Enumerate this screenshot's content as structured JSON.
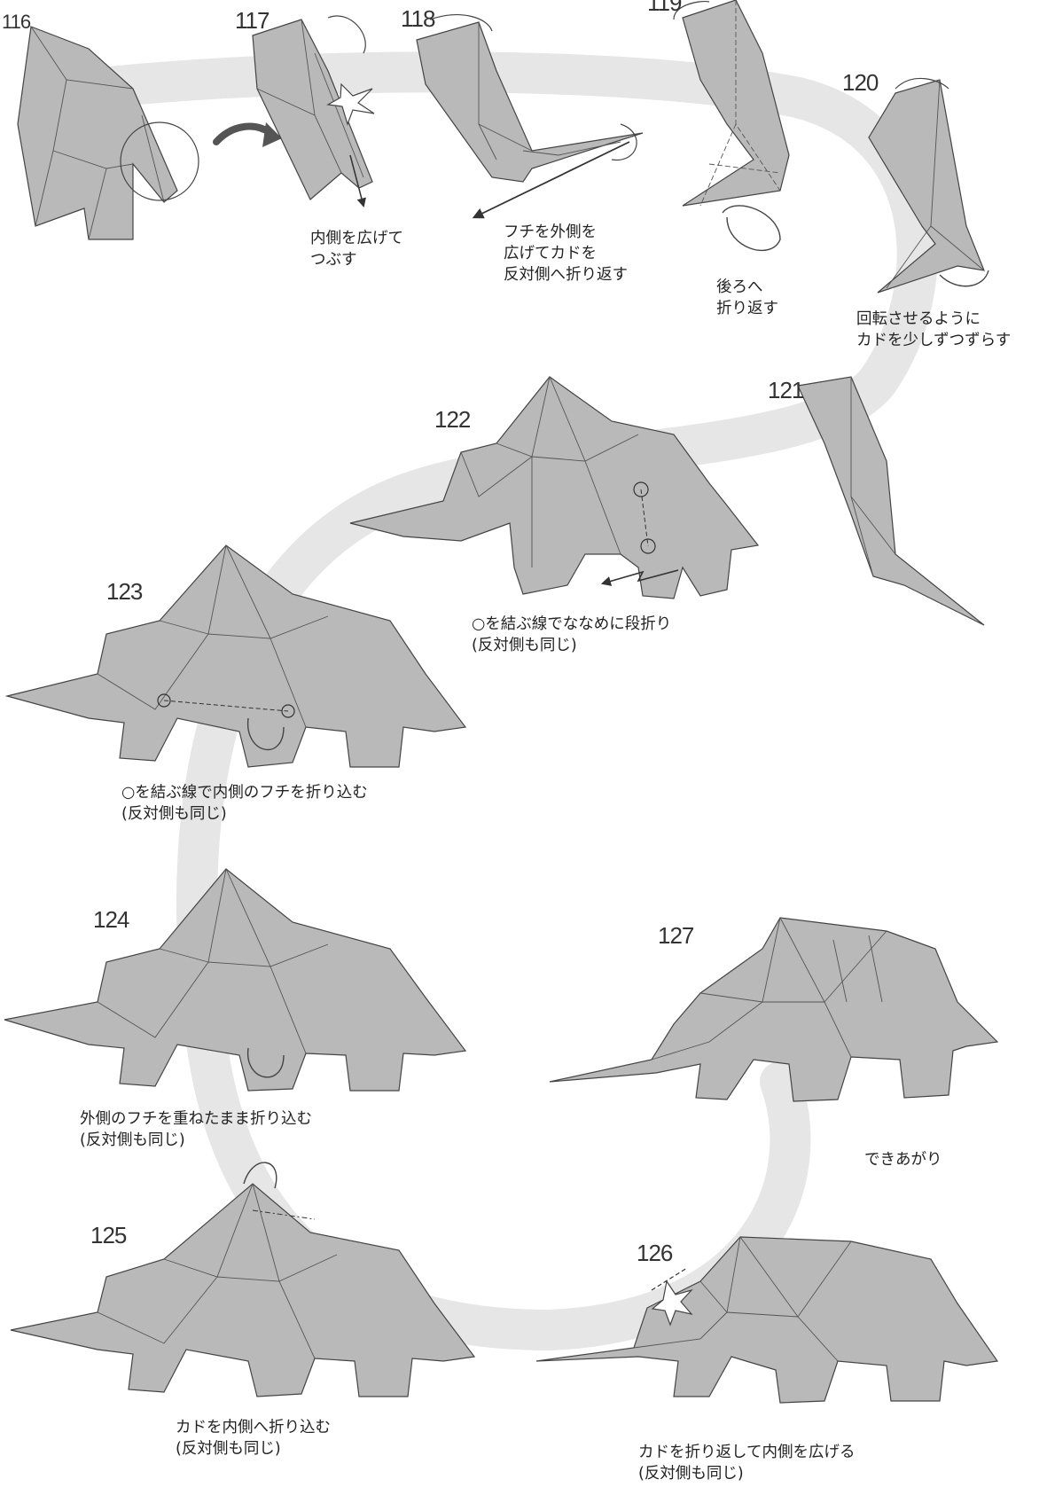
{
  "steps": [
    {
      "number": "116"
    },
    {
      "number": "117",
      "caption": [
        "内側を広げて",
        "つぶす"
      ]
    },
    {
      "number": "118",
      "caption": [
        "フチを外側を",
        "広げてカドを",
        "反対側へ折り返す"
      ]
    },
    {
      "number": "119",
      "caption": [
        "後ろへ",
        "折り返す"
      ]
    },
    {
      "number": "120",
      "caption": [
        "回転させるように",
        "カドを少しずつずらす"
      ]
    },
    {
      "number": "121"
    },
    {
      "number": "122",
      "caption": [
        "○を結ぶ線でななめに段折り",
        "(反対側も同じ)"
      ]
    },
    {
      "number": "123",
      "caption": [
        "○を結ぶ線で内側のフチを折り込む",
        "(反対側も同じ)"
      ]
    },
    {
      "number": "124",
      "caption": [
        "外側のフチを重ねたまま折り込む",
        "(反対側も同じ)"
      ]
    },
    {
      "number": "125",
      "caption": [
        "カドを内側へ折り込む",
        "(反対側も同じ)"
      ]
    },
    {
      "number": "126",
      "caption": [
        "カドを折り返して内側を広げる",
        "(反対側も同じ)"
      ]
    },
    {
      "number": "127",
      "caption": [
        "できあがり"
      ]
    }
  ],
  "colors": {
    "paper": "#b9b9b9",
    "fold_line": "#4a4a4a",
    "path_band": "#e6e6e6",
    "ink": "#222222"
  }
}
